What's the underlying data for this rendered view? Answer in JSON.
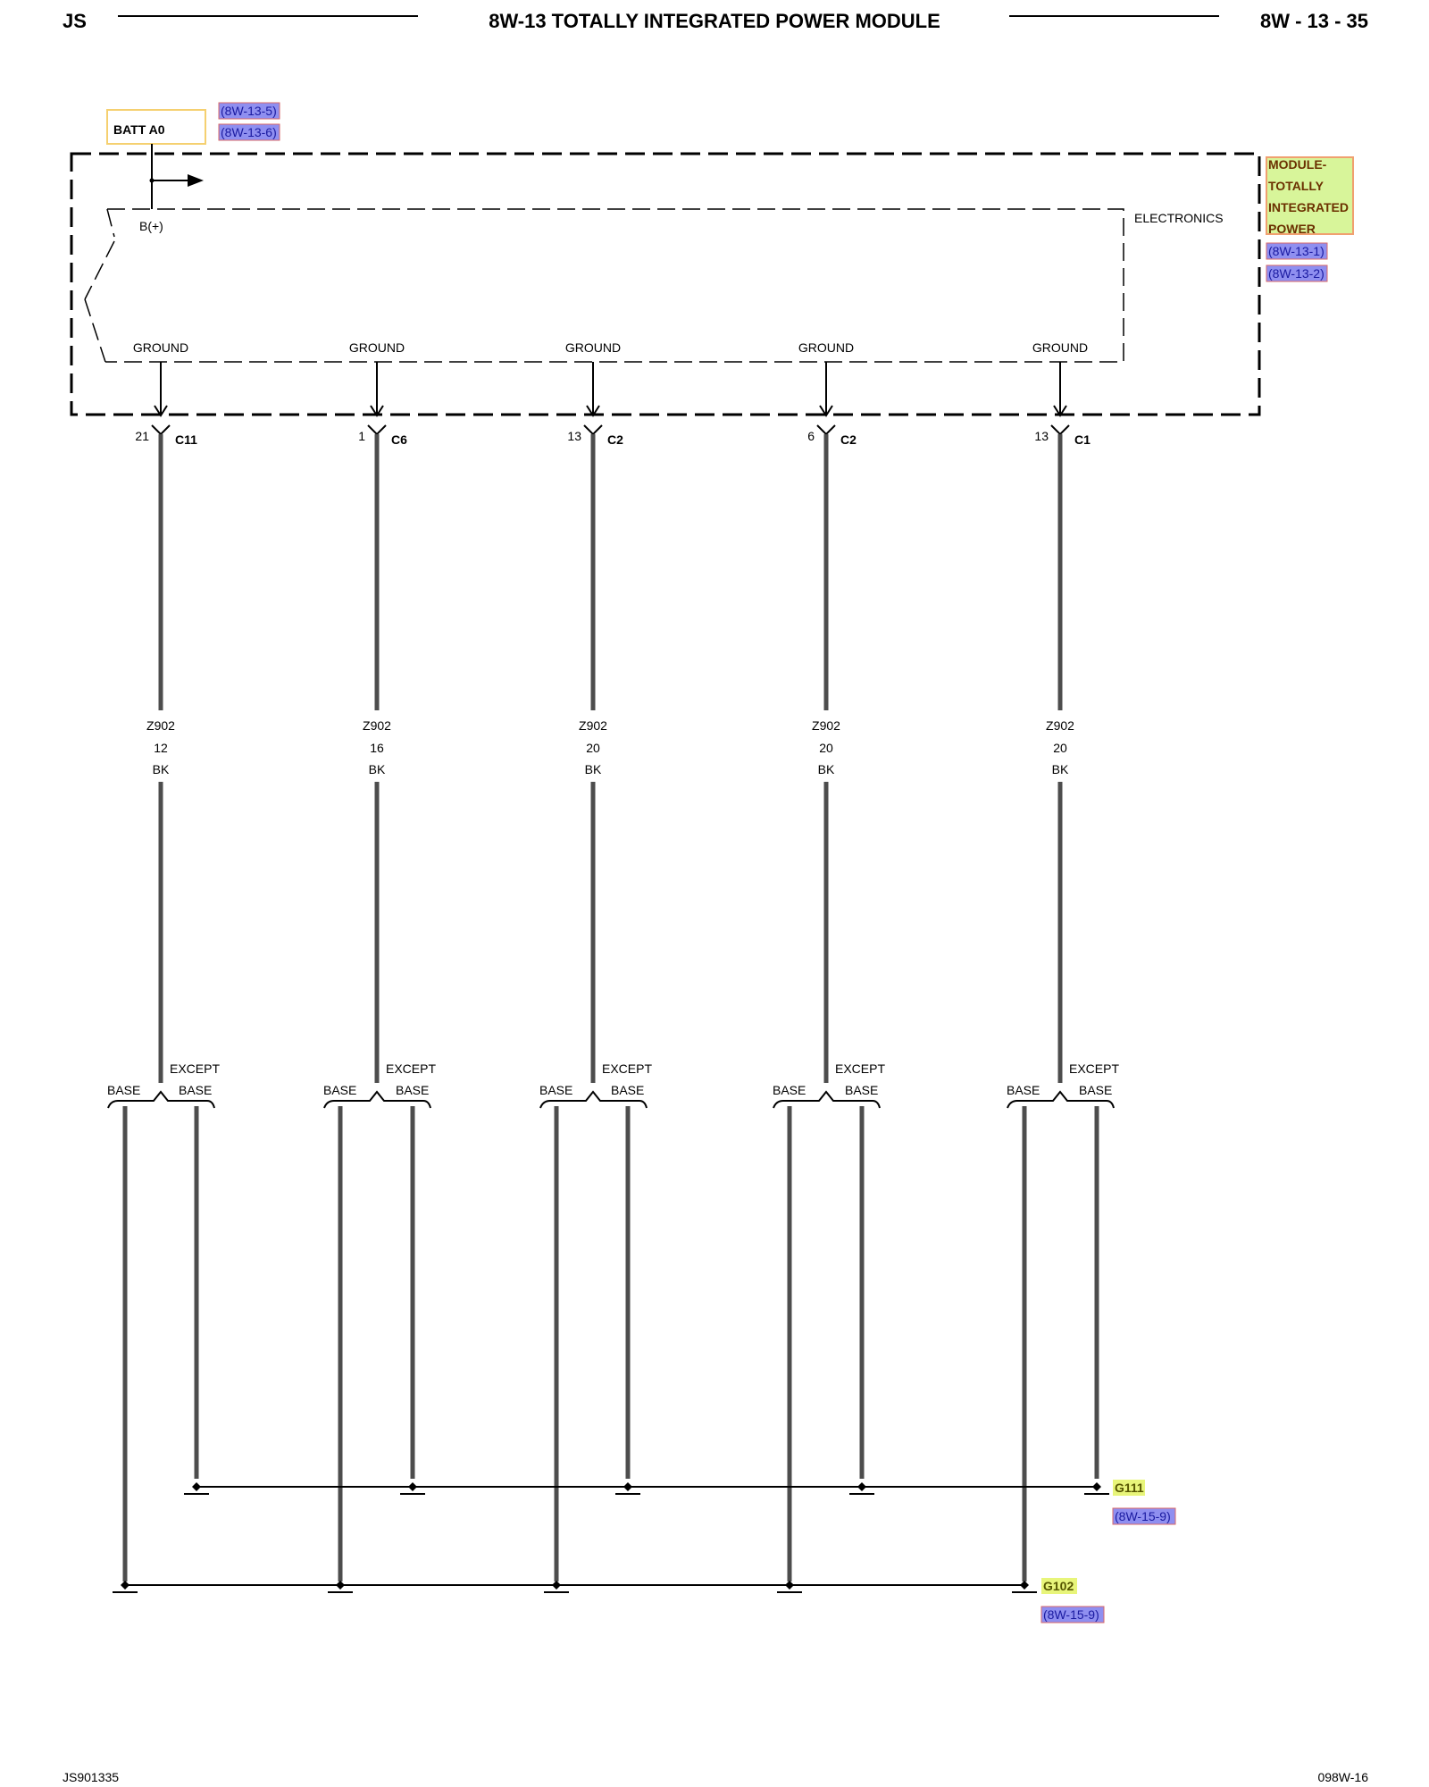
{
  "header": {
    "left": "JS",
    "title": "8W-13 TOTALLY INTEGRATED POWER MODULE",
    "right": "8W - 13 - 35"
  },
  "footer": {
    "left": "JS901335",
    "right": "098W-16"
  },
  "batt": {
    "label": "BATT A0",
    "refs": [
      "(8W-13-5)",
      "(8W-13-6)"
    ]
  },
  "module": {
    "label_lines": [
      "MODULE-",
      "TOTALLY",
      "INTEGRATED",
      "POWER"
    ],
    "refs": [
      "(8W-13-1)",
      "(8W-13-2)"
    ],
    "electronics_label": "ELECTRONICS",
    "bplus_label": "B(+)"
  },
  "circuits": [
    {
      "pin_label": "GROUND",
      "pin": "21",
      "connector": "C11",
      "wire": "Z902",
      "gauge": "12",
      "color": "BK",
      "split_top": "EXCEPT",
      "left_label": "BASE",
      "right_label": "BASE"
    },
    {
      "pin_label": "GROUND",
      "pin": "1",
      "connector": "C6",
      "wire": "Z902",
      "gauge": "16",
      "color": "BK",
      "split_top": "EXCEPT",
      "left_label": "BASE",
      "right_label": "BASE"
    },
    {
      "pin_label": "GROUND",
      "pin": "13",
      "connector": "C2",
      "wire": "Z902",
      "gauge": "20",
      "color": "BK",
      "split_top": "EXCEPT",
      "left_label": "BASE",
      "right_label": "BASE"
    },
    {
      "pin_label": "GROUND",
      "pin": "6",
      "connector": "C2",
      "wire": "Z902",
      "gauge": "20",
      "color": "BK",
      "split_top": "EXCEPT",
      "left_label": "BASE",
      "right_label": "BASE"
    },
    {
      "pin_label": "GROUND",
      "pin": "13",
      "connector": "C1",
      "wire": "Z902",
      "gauge": "20",
      "color": "BK",
      "split_top": "EXCEPT",
      "left_label": "BASE",
      "right_label": "BASE"
    }
  ],
  "grounds": [
    {
      "name": "G111",
      "ref": "(8W-15-9)"
    },
    {
      "name": "G102",
      "ref": "(8W-15-9)"
    }
  ],
  "colors": {
    "wire": "#4d4d4d",
    "ref_highlight": "#8f8ff0",
    "ref_border": "#d86a6a",
    "ground_highlight": "#e8f57a",
    "module_fill": "#d8f59a",
    "module_border": "#f0a070",
    "batt_border": "#f5d070"
  }
}
